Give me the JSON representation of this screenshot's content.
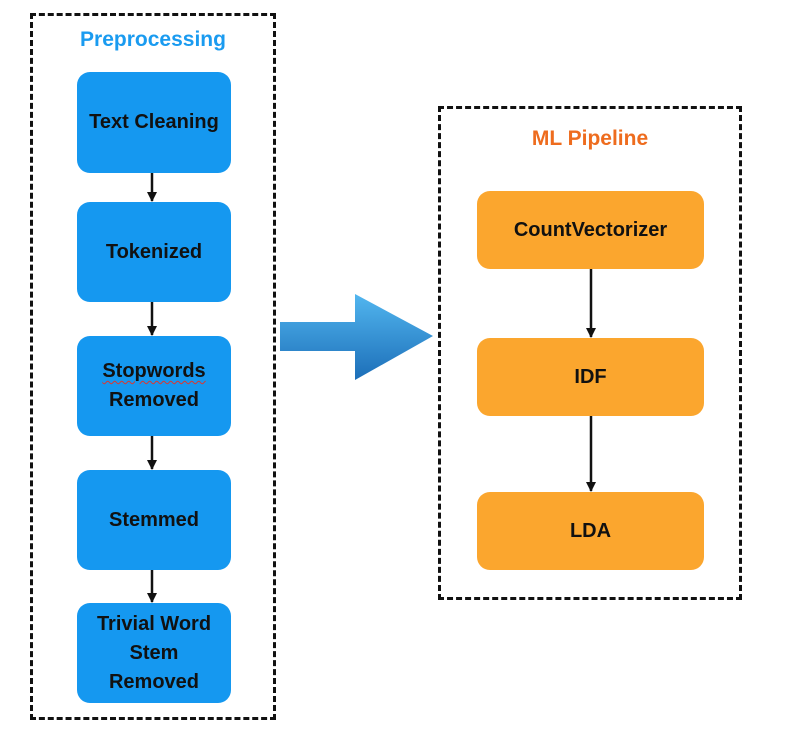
{
  "preprocessing": {
    "title": "Preprocessing",
    "title_color": "#1a9bf0",
    "box_color": "#1598f0",
    "steps": [
      {
        "label": "Text Cleaning"
      },
      {
        "label": "Tokenized"
      },
      {
        "label_line1": "Stopwords",
        "label_line2": "Removed"
      },
      {
        "label": "Stemmed"
      },
      {
        "label_line1": "Trivial Word",
        "label_line2": "Stem",
        "label_line3": "Removed"
      }
    ]
  },
  "ml_pipeline": {
    "title": "ML Pipeline",
    "title_color": "#ee6c1e",
    "box_color": "#fba62e",
    "steps": [
      {
        "label": "CountVectorizer"
      },
      {
        "label": "IDF"
      },
      {
        "label": "LDA"
      }
    ]
  },
  "connector": {
    "icon": "right-arrow-icon",
    "color": "#2a86d4"
  }
}
